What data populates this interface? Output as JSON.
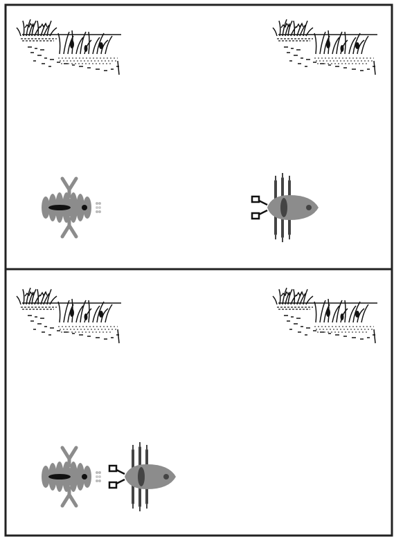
{
  "figure": {
    "panels": [
      {
        "id": "top",
        "scenes": [
          "marsh-scene",
          "marsh-scene"
        ],
        "creatures": [
          "segmented-creature",
          "clawed-creature"
        ]
      },
      {
        "id": "bottom",
        "scenes": [
          "marsh-scene",
          "marsh-scene"
        ],
        "creatures": [
          "segmented-creature",
          "clawed-creature"
        ]
      }
    ],
    "colors": {
      "border": "#222222",
      "body": "#8c8c8c",
      "dark": "#444444",
      "ink": "#111111"
    }
  }
}
